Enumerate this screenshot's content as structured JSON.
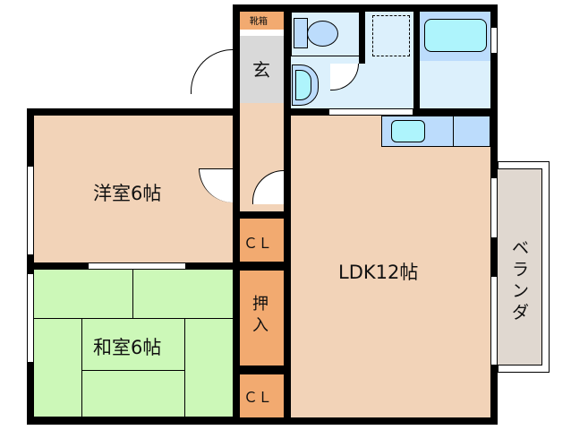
{
  "floorplan": {
    "rooms": [
      {
        "id": "western",
        "label": "洋室6帖",
        "color": "#f2d3b8"
      },
      {
        "id": "japanese",
        "label": "和室6帖",
        "color": "#ccf8b8"
      },
      {
        "id": "ldk",
        "label": "LDK12帖",
        "color": "#f2d3b8"
      },
      {
        "id": "entrance",
        "label": "玄",
        "color": "#d9d9d9"
      },
      {
        "id": "shoebox",
        "label": "靴箱",
        "color": "#f2aa70"
      },
      {
        "id": "closet1",
        "label": "ＣＬ",
        "color": "#f2aa70"
      },
      {
        "id": "oshiire",
        "label": "押入",
        "color": "#f2aa70"
      },
      {
        "id": "closet2",
        "label": "ＣＬ",
        "color": "#f2aa70"
      },
      {
        "id": "veranda",
        "label": "ベランダ",
        "color": "#e0d8d0"
      },
      {
        "id": "wet",
        "label": "",
        "color": "#dcf0fc"
      }
    ],
    "colors": {
      "wall": "#000000",
      "fixture": "#bcdcfc",
      "fixture_inner": "#aef4fc",
      "hall": "#f2d3b8"
    }
  }
}
